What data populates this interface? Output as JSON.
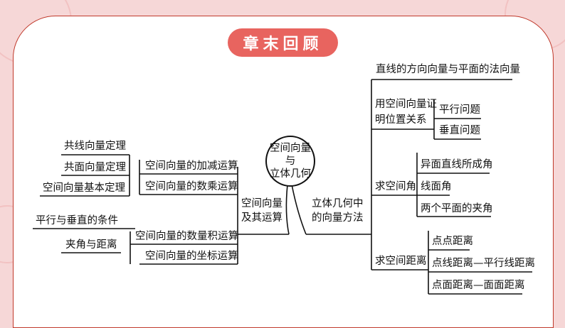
{
  "header": {
    "title": "章末回顾"
  },
  "center": {
    "line1": "空间向量",
    "line2": "与",
    "line3": "立体几何"
  },
  "left": {
    "branch": {
      "line1": "空间向量",
      "line2": "及其运算"
    },
    "ops": {
      "add": "空间向量的加减运算",
      "scalar": "空间向量的数乘运算",
      "dot": "空间向量的数量积运算",
      "coord": "空间向量的坐标运算"
    },
    "theorems": {
      "collinear": "共线向量定理",
      "coplanar": "共面向量定理",
      "basic": "空间向量基本定理",
      "parallel_perp": "平行与垂直的条件",
      "angle_dist": "夹角与距离"
    }
  },
  "right": {
    "branch": {
      "line1": "立体几何中",
      "line2": "的向量方法"
    },
    "direction": "直线的方向向量与平面的法向量",
    "proof": {
      "line1": "用空间向量证",
      "line2": "明位置关系",
      "parallel": "平行问题",
      "perp": "垂直问题"
    },
    "angle": {
      "label": "求空间角",
      "skew": "异面直线所成角",
      "line_plane": "线面角",
      "two_planes": "两个平面的夹角"
    },
    "distance": {
      "label": "求空间距离",
      "pp": "点点距离",
      "pl": "点线距离—平行线距离",
      "pf": "点面距离—面面距离"
    }
  }
}
